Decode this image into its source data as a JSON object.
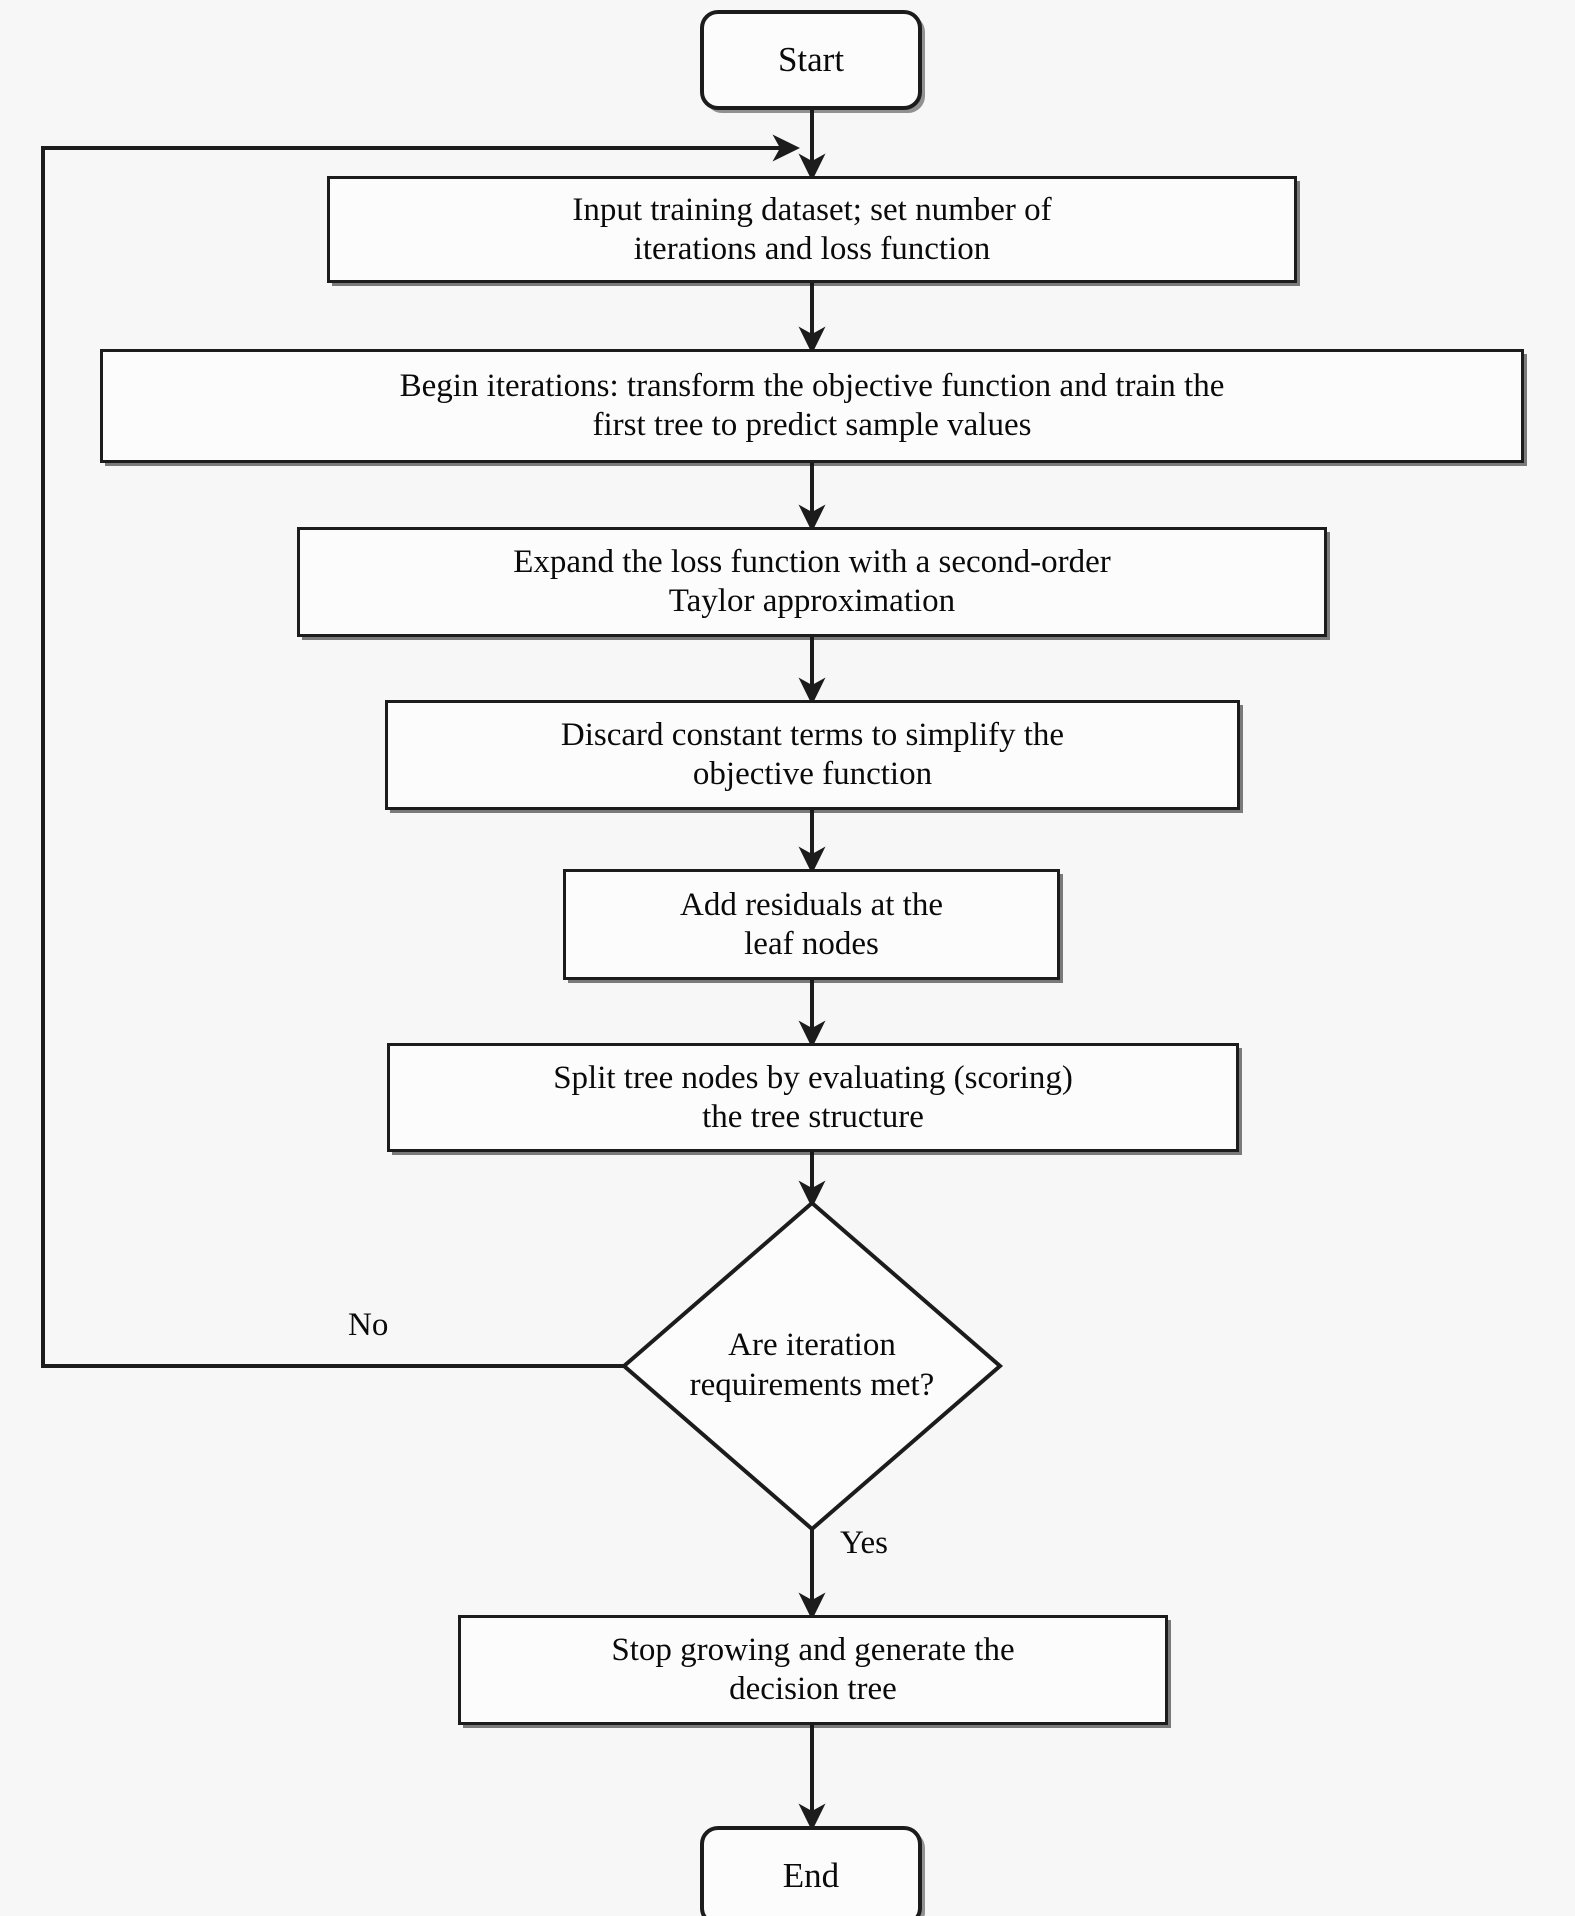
{
  "figure": {
    "kind": "flowchart",
    "background_color": "#f7f7f7",
    "line_color": "#1c1c1c",
    "node_fill_color": "#fcfcfc",
    "text_color": "#0a0a0a"
  },
  "nodes": {
    "start": {
      "label": "Start",
      "shape": "rounded-terminal"
    },
    "input": {
      "label": "Input training dataset; set number of\niterations and loss function",
      "shape": "rectangle"
    },
    "begin": {
      "label": "Begin iterations: transform the objective function and train the\nfirst tree to predict sample values",
      "shape": "rectangle"
    },
    "taylor": {
      "label": "Expand the loss function with a second-order\nTaylor approximation",
      "shape": "rectangle"
    },
    "discard": {
      "label": "Discard constant terms to simplify the\nobjective function",
      "shape": "rectangle"
    },
    "residuals": {
      "label": "Add residuals at the\nleaf nodes",
      "shape": "rectangle"
    },
    "split": {
      "label": "Split tree nodes by evaluating (scoring)\nthe tree structure",
      "shape": "rectangle"
    },
    "decision": {
      "label": "Are iteration\nrequirements met?",
      "shape": "diamond"
    },
    "stop": {
      "label": "Stop growing and generate the\ndecision tree",
      "shape": "rectangle"
    },
    "end": {
      "label": "End",
      "shape": "rounded-terminal"
    }
  },
  "edge_labels": {
    "no": "No",
    "yes": "Yes"
  }
}
